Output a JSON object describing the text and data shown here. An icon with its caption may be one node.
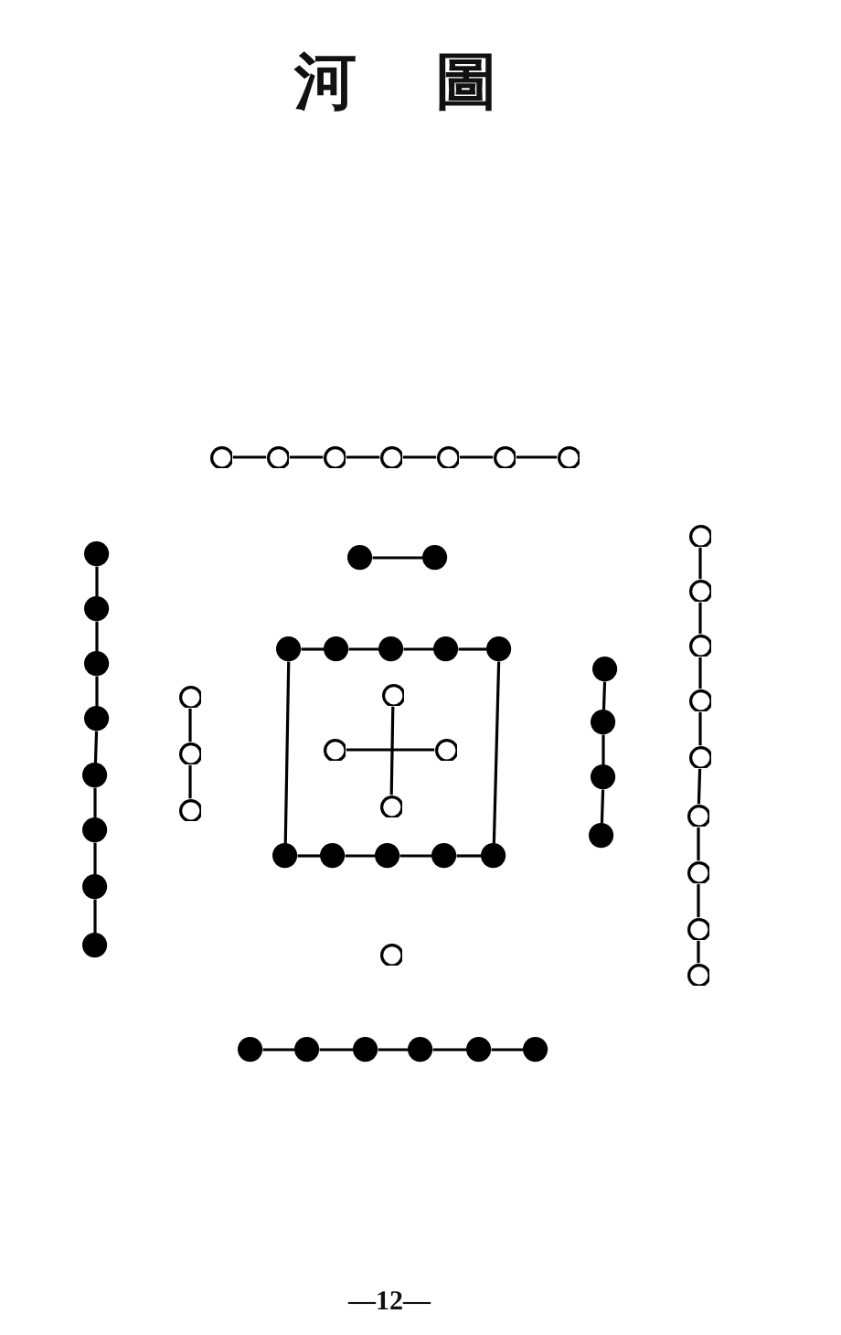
{
  "diagram": {
    "title": "河圖",
    "nodes": [
      {
        "text": [],
        "shape": "circle"
      },
      {
        "text": [],
        "shape": "circle"
      },
      {
        "text": [],
        "shape": "circle"
      },
      {
        "text": [],
        "shape": "circle"
      },
      {
        "text": [],
        "shape": "circle"
      },
      {
        "text": [],
        "shape": "circle"
      },
      {
        "text": [],
        "shape": "circle"
      },
      {
        "text": [],
        "shape": "dot"
      },
      {
        "text": [],
        "shape": "dot"
      },
      {
        "text": [],
        "shape": "dot"
      },
      {
        "text": [],
        "shape": "dot"
      },
      {
        "text": [],
        "shape": "dot"
      },
      {
        "text": [],
        "shape": "dot"
      },
      {
        "text": [],
        "shape": "dot"
      },
      {
        "text": [],
        "shape": "dot"
      },
      {
        "text": [],
        "shape": "dot"
      },
      {
        "text": [],
        "shape": "dot"
      },
      {
        "text": [],
        "shape": "circle"
      },
      {
        "text": [],
        "shape": "circle"
      },
      {
        "text": [],
        "shape": "circle"
      },
      {
        "text": [],
        "shape": "circle"
      },
      {
        "text": [],
        "shape": "circle"
      },
      {
        "text": [],
        "shape": "circle"
      },
      {
        "text": [],
        "shape": "circle"
      },
      {
        "text": [],
        "shape": "circle"
      },
      {
        "text": [],
        "shape": "circle"
      },
      {
        "text": [],
        "shape": "dot"
      },
      {
        "text": [],
        "shape": "dot"
      },
      {
        "text": [],
        "shape": "dot"
      },
      {
        "text": [],
        "shape": "dot"
      },
      {
        "text": [],
        "shape": "dot"
      },
      {
        "text": [],
        "shape": "dot"
      },
      {
        "text": [],
        "shape": "dot"
      },
      {
        "text": [],
        "shape": "dot"
      },
      {
        "text": [],
        "shape": "dot"
      },
      {
        "text": [],
        "shape": "circle"
      },
      {
        "text": [],
        "shape": "circle"
      },
      {
        "text": [],
        "shape": "circle"
      },
      {
        "text": [],
        "shape": "circle"
      },
      {
        "text": [],
        "shape": "circle"
      },
      {
        "text": [],
        "shape": "circle"
      },
      {
        "text": [],
        "shape": "circle"
      },
      {
        "text": [],
        "shape": "dot"
      },
      {
        "text": [],
        "shape": "dot"
      },
      {
        "text": [],
        "shape": "dot"
      },
      {
        "text": [],
        "shape": "dot"
      },
      {
        "text": [],
        "shape": "dot"
      },
      {
        "text": [],
        "shape": "circle"
      },
      {
        "text": [],
        "shape": "dot"
      },
      {
        "text": [],
        "shape": "dot"
      },
      {
        "text": [],
        "shape": "dot"
      },
      {
        "text": [],
        "shape": "dot"
      },
      {
        "text": [],
        "shape": "dot"
      },
      {
        "text": [],
        "shape": "dot"
      }
    ],
    "edges": [
      {
        "from": 0,
        "to": 1,
        "arrow": "none"
      },
      {
        "from": 1,
        "to": 2,
        "arrow": "none"
      },
      {
        "from": 2,
        "to": 3,
        "arrow": "none"
      },
      {
        "from": 3,
        "to": 4,
        "arrow": "none"
      },
      {
        "from": 4,
        "to": 5,
        "arrow": "none"
      },
      {
        "from": 5,
        "to": 6,
        "arrow": "none"
      },
      {
        "from": 7,
        "to": 8,
        "arrow": "none"
      },
      {
        "from": 8,
        "to": 9,
        "arrow": "none"
      },
      {
        "from": 9,
        "to": 10,
        "arrow": "none"
      },
      {
        "from": 10,
        "to": 11,
        "arrow": "none"
      },
      {
        "from": 11,
        "to": 12,
        "arrow": "none"
      },
      {
        "from": 12,
        "to": 13,
        "arrow": "none"
      },
      {
        "from": 13,
        "to": 14,
        "arrow": "none"
      },
      {
        "from": 15,
        "to": 16,
        "arrow": "none"
      },
      {
        "from": 17,
        "to": 18,
        "arrow": "none"
      },
      {
        "from": 18,
        "to": 19,
        "arrow": "none"
      },
      {
        "from": 19,
        "to": 20,
        "arrow": "none"
      },
      {
        "from": 20,
        "to": 21,
        "arrow": "none"
      },
      {
        "from": 21,
        "to": 22,
        "arrow": "none"
      },
      {
        "from": 22,
        "to": 23,
        "arrow": "none"
      },
      {
        "from": 23,
        "to": 24,
        "arrow": "none"
      },
      {
        "from": 24,
        "to": 25,
        "arrow": "none"
      },
      {
        "from": 26,
        "to": 27,
        "arrow": "none"
      },
      {
        "from": 27,
        "to": 28,
        "arrow": "none"
      },
      {
        "from": 28,
        "to": 29,
        "arrow": "none"
      },
      {
        "from": 29,
        "to": 30,
        "arrow": "none"
      },
      {
        "from": 31,
        "to": 32,
        "arrow": "none"
      },
      {
        "from": 32,
        "to": 33,
        "arrow": "none"
      },
      {
        "from": 33,
        "to": 34,
        "arrow": "none"
      },
      {
        "from": 35,
        "to": 36,
        "arrow": "none"
      },
      {
        "from": 36,
        "to": 37,
        "arrow": "none"
      },
      {
        "from": 39,
        "to": 40,
        "arrow": "none"
      },
      {
        "from": 38,
        "to": 41,
        "arrow": "none"
      },
      {
        "from": 26,
        "to": 42,
        "arrow": "none"
      },
      {
        "from": 30,
        "to": 46,
        "arrow": "none"
      },
      {
        "from": 42,
        "to": 43,
        "arrow": "none"
      },
      {
        "from": 43,
        "to": 44,
        "arrow": "none"
      },
      {
        "from": 44,
        "to": 45,
        "arrow": "none"
      },
      {
        "from": 45,
        "to": 46,
        "arrow": "none"
      },
      {
        "from": 48,
        "to": 49,
        "arrow": "none"
      },
      {
        "from": 49,
        "to": 50,
        "arrow": "none"
      },
      {
        "from": 50,
        "to": 51,
        "arrow": "none"
      },
      {
        "from": 51,
        "to": 52,
        "arrow": "none"
      },
      {
        "from": 52,
        "to": 53,
        "arrow": "none"
      }
    ],
    "labels": [
      "—12—"
    ]
  }
}
